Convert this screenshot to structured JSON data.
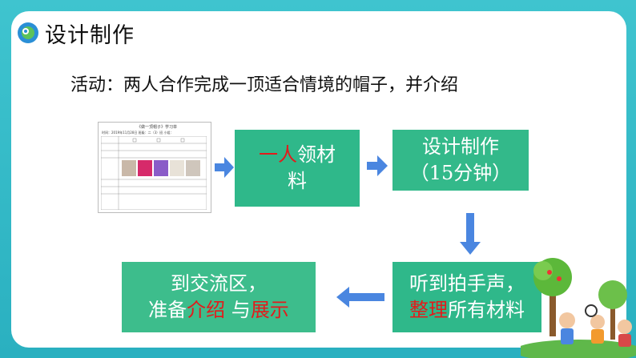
{
  "header": {
    "title": "设计制作",
    "logo_icon": "logo-icon"
  },
  "activity": {
    "text": "活动：两人合作完成一顶适合情境的帽子，并介绍"
  },
  "worksheet": {
    "title": "《做一顶帽子》学习单",
    "date_line": "时间：2019年11月28日  班级：二（3）班  小组："
  },
  "flow": {
    "step1": {
      "highlight": "一人",
      "rest_line1": "领材",
      "line2": "料"
    },
    "step2": {
      "line1": "设计制作",
      "line2": "（15分钟）"
    },
    "step3": {
      "line1": "听到拍手声，",
      "highlight": "整理",
      "rest_line2": "所有材料"
    },
    "step4": {
      "line1": "到交流区，",
      "prefix_line2": "准备",
      "highlight1": "介绍",
      "middle_line2": " 与",
      "highlight2": "展示"
    }
  },
  "colors": {
    "frame": "#2ab8c4",
    "box": "#2fb88a",
    "arrow": "#3d7be0",
    "highlight": "#e31b1b"
  }
}
